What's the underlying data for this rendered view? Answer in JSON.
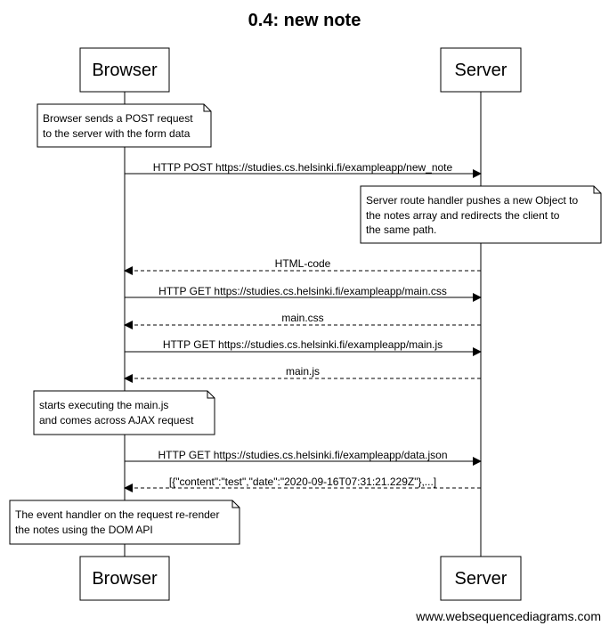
{
  "diagram": {
    "title": "0.4: new note",
    "watermark": "www.websequencediagrams.com",
    "participants": [
      "Browser",
      "Server"
    ],
    "messages": [
      {
        "id": "m1",
        "from": "Browser",
        "to": "Server",
        "style": "solid",
        "label": "HTTP POST https://studies.cs.helsinki.fi/exampleapp/new_note"
      },
      {
        "id": "m2",
        "from": "Server",
        "to": "Browser",
        "style": "dashed",
        "label": "HTML-code"
      },
      {
        "id": "m3",
        "from": "Browser",
        "to": "Server",
        "style": "solid",
        "label": "HTTP GET https://studies.cs.helsinki.fi/exampleapp/main.css"
      },
      {
        "id": "m4",
        "from": "Server",
        "to": "Browser",
        "style": "dashed",
        "label": "main.css"
      },
      {
        "id": "m5",
        "from": "Browser",
        "to": "Server",
        "style": "solid",
        "label": "HTTP GET https://studies.cs.helsinki.fi/exampleapp/main.js"
      },
      {
        "id": "m6",
        "from": "Server",
        "to": "Browser",
        "style": "dashed",
        "label": "main.js"
      },
      {
        "id": "m7",
        "from": "Browser",
        "to": "Server",
        "style": "solid",
        "label": "HTTP GET https://studies.cs.helsinki.fi/exampleapp/data.json"
      },
      {
        "id": "m8",
        "from": "Server",
        "to": "Browser",
        "style": "dashed",
        "label": "[{\"content\":\"test\",\"date\":\"2020-09-16T07:31:21.229Z\"},...]"
      }
    ],
    "notes": [
      {
        "id": "n1",
        "over": "Browser",
        "lines": [
          "Browser sends a POST request",
          "to the server with the form data"
        ]
      },
      {
        "id": "n2",
        "over": "Server",
        "lines": [
          "Server route handler pushes a new Object to",
          "the notes array and redirects the client to",
          "the same path."
        ]
      },
      {
        "id": "n3",
        "over": "Browser",
        "lines": [
          "starts executing the main.js",
          "and comes across AJAX request"
        ]
      },
      {
        "id": "n4",
        "over": "Browser",
        "lines": [
          "The event handler on the request re-render",
          "the notes using the DOM API"
        ]
      }
    ]
  }
}
